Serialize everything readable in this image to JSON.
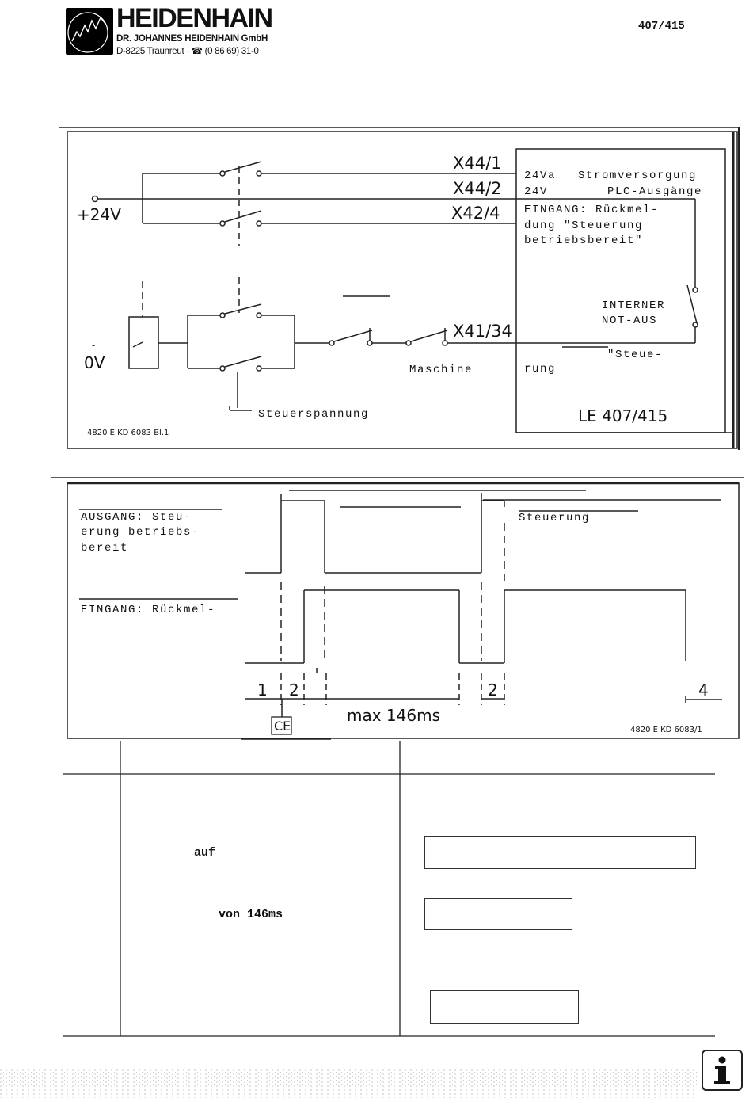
{
  "header": {
    "brand": "HEIDENHAIN",
    "company": "DR. JOHANNES HEIDENHAIN GmbH",
    "address": "D-8225 Traunreut · ☎ (0 86 69) 31-0",
    "doc_number": "407/415"
  },
  "diagram1": {
    "supply_label": "+24V",
    "zero_label": "0V",
    "connectors": [
      "X44/1",
      "X44/2",
      "X42/4",
      "X41/34"
    ],
    "box_text": {
      "line1": "24Va",
      "line1b": "Stromversorgung",
      "line2": "24V",
      "line2b": "PLC-Ausgänge",
      "line3": "EINGANG: Rückmel-",
      "line4": "dung \"Steuerung",
      "line5": "betriebsbereit\"",
      "interner": "INTERNER",
      "notaus": "NOT-AUS",
      "steue": "\"Steue-",
      "rung": "rung",
      "model": "LE 407/415"
    },
    "maschine_label": "Maschine",
    "steuerspannung_label": "Steuerspannung",
    "drawing_id": "4820 E KD 6083 Bl.1"
  },
  "diagram2": {
    "ausgang_l1": "AUSGANG: Steu-",
    "ausgang_l2": "erung betriebs-",
    "ausgang_l3": "bereit",
    "eingang_l1": "EINGANG: Rückmel-",
    "steuerung_label": "Steuerung",
    "phase_1": "1",
    "phase_2a": "2",
    "phase_2b": "2",
    "phase_4": "4",
    "max_label": "max 146ms",
    "ce_label": "CE",
    "drawing_id": "4820 E KD 6083/1"
  },
  "table": {
    "auf_text": "auf",
    "von_text": "von 146ms"
  },
  "icons": {
    "info": "info-icon",
    "logo": "heidenhain-logo-icon"
  }
}
